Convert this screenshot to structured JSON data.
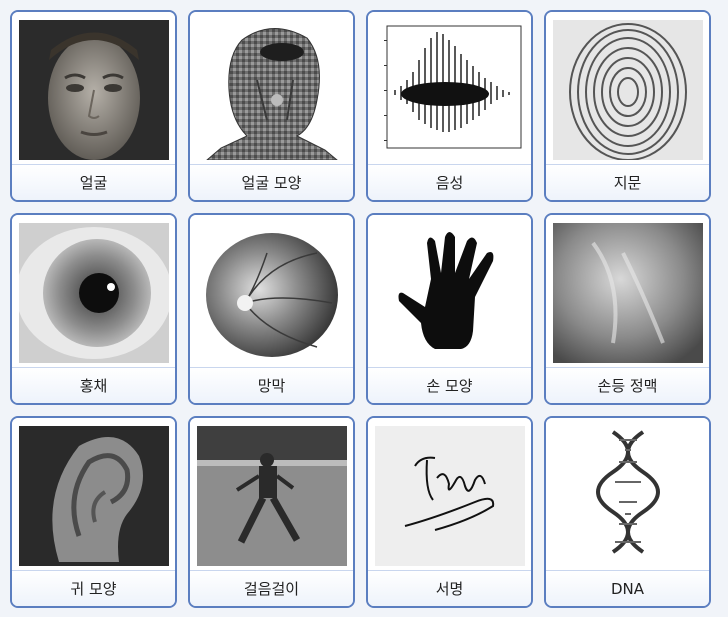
{
  "items": [
    {
      "label": "얼굴",
      "icon": "face-photo"
    },
    {
      "label": "얼굴 모양",
      "icon": "face-thermogram"
    },
    {
      "label": "음성",
      "icon": "voice-waveform"
    },
    {
      "label": "지문",
      "icon": "fingerprint"
    },
    {
      "label": "홍채",
      "icon": "iris"
    },
    {
      "label": "망막",
      "icon": "retina"
    },
    {
      "label": "손 모양",
      "icon": "hand-silhouette"
    },
    {
      "label": "손등 정맥",
      "icon": "hand-vein"
    },
    {
      "label": "귀 모양",
      "icon": "ear"
    },
    {
      "label": "걸음걸이",
      "icon": "gait-walking"
    },
    {
      "label": "서명",
      "icon": "signature"
    },
    {
      "label": "DNA",
      "icon": "dna-helix"
    }
  ],
  "colors": {
    "border": "#5b7ec0",
    "background": "#f1f4f9"
  }
}
